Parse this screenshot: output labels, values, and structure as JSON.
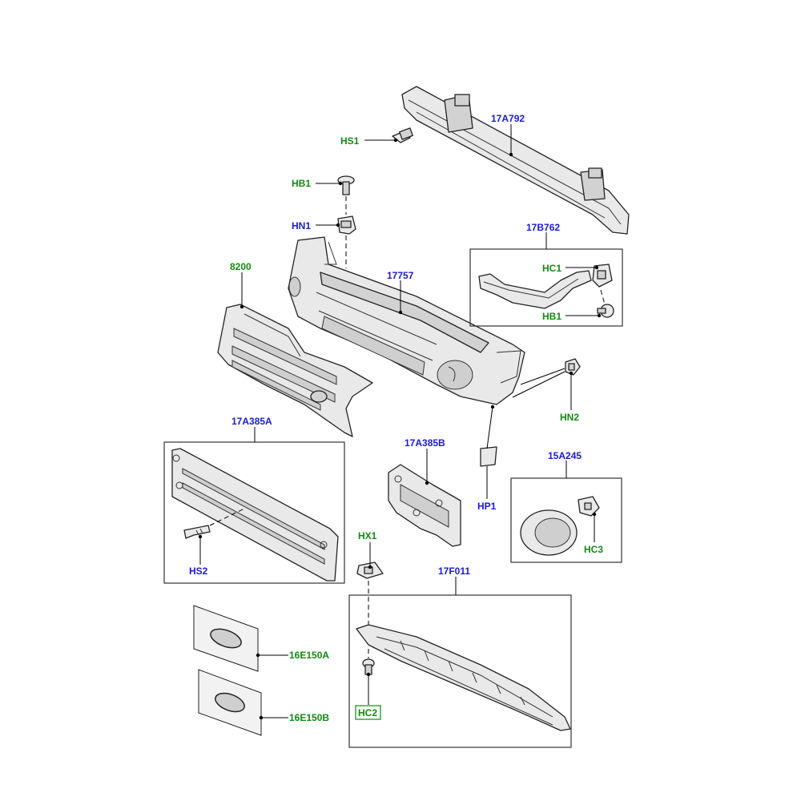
{
  "diagram": {
    "callouts": {
      "p_17a792": "17A792",
      "p_hs1": "HS1",
      "p_hb1_top": "HB1",
      "p_hn1": "HN1",
      "p_17b762": "17B762",
      "p_hc1": "HC1",
      "p_hb1_box": "HB1",
      "p_8200": "8200",
      "p_17757": "17757",
      "p_hn2": "HN2",
      "p_17a385a": "17A385A",
      "p_hs2": "HS2",
      "p_17a385b": "17A385B",
      "p_hp1": "HP1",
      "p_15a245": "15A245",
      "p_hc3": "HC3",
      "p_hx1": "HX1",
      "p_17f011": "17F011",
      "p_hc2": "HC2",
      "p_16e150a": "16E150A",
      "p_16e150b": "16E150B"
    },
    "colors": {
      "blue_label": "#1a1ad6",
      "green_label": "#138a13"
    }
  }
}
